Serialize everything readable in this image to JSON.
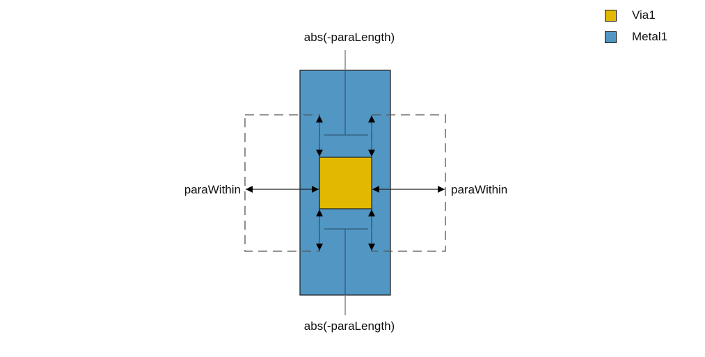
{
  "legend": [
    {
      "label": "Via1",
      "color": "#e3b800",
      "layer": "via"
    },
    {
      "label": "Metal1",
      "color": "#5296c3",
      "layer": "metal"
    }
  ],
  "labels": {
    "top": "abs(-paraLength)",
    "bottom": "abs(-paraLength)",
    "left": "paraWithin",
    "right": "paraWithin"
  },
  "colors": {
    "metal": "#5296c3",
    "via": "#e3b800",
    "outline": "#1a1a1a",
    "dim_line": "#2f5a78",
    "dashed": "#555555",
    "leader": "#777777"
  }
}
